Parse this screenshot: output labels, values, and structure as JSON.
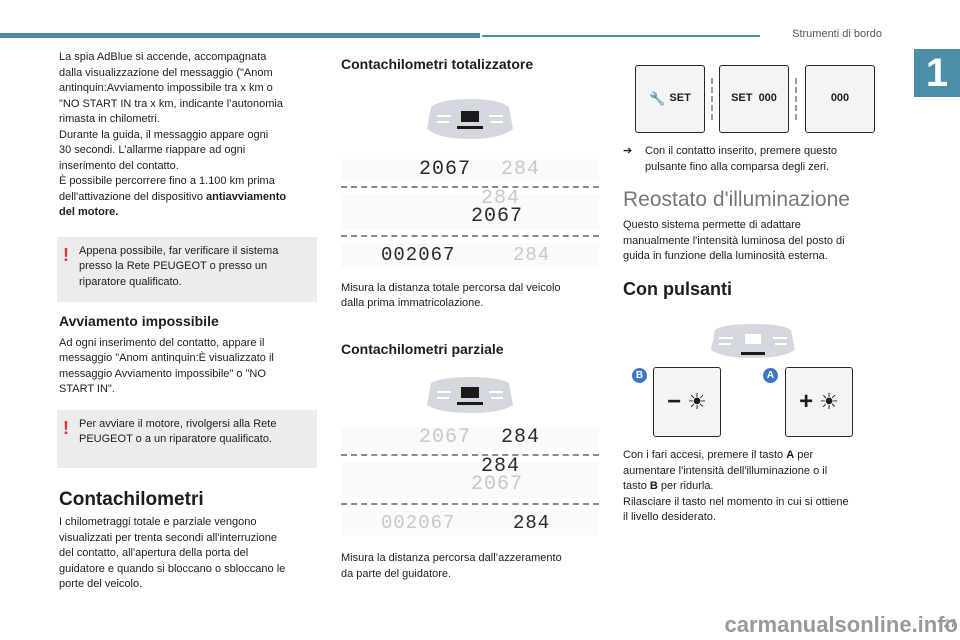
{
  "header": {
    "section_title": "Strumenti di bordo",
    "chapter": "1",
    "page_number": "27",
    "watermark": "carmanualsonline.info"
  },
  "col1": {
    "intro_lines": [
      "La spia AdBlue si accende, accompagnata",
      "dalla visualizzazione del messaggio (\"Anom",
      "antinquin:Avviamento impossibile tra x km o",
      "\"NO START IN tra x km, indicante l’autonomia",
      "rimasta in chilometri.",
      "Durante la guida, il messaggio appare ogni",
      "30 secondi. L'allarme riappare ad ogni",
      "inserimento del contatto.",
      "È possibile percorrere fino a 1.100 km prima"
    ],
    "intro_last_plain": "dell'attivazione del dispositivo ",
    "intro_last_bold1": "antiavviamento",
    "intro_last_bold2": "del motore.",
    "warning1_lines": [
      "Appena possibile, far verificare il sistema",
      "presso la Rete PEUGEOT o presso un",
      "riparatore qualificato."
    ],
    "heading_avviamento": "Avviamento impossibile",
    "avviamento_lines": [
      "Ad ogni inserimento del contatto, appare il",
      "messaggio \"Anom antinquin:È visualizzato il",
      "messaggio Avviamento impossibile\" o \"NO",
      "START IN\"."
    ],
    "warning2_lines": [
      "Per avviare il motore, rivolgersi alla Rete",
      "PEUGEOT o a un riparatore qualificato."
    ],
    "heading_contachilometri": "Contachilometri",
    "contachilometri_lines": [
      "I chilometraggi totale e parziale vengono",
      "visualizzati per trenta secondi all'interruzione",
      "del contatto, all'apertura della porta del",
      "guidatore e quando si bloccano o sbloccano le",
      "porte del veicolo."
    ]
  },
  "col2": {
    "heading_totalizzatore": "Contachilometri totalizzatore",
    "tot_display": {
      "row1_total": "2067",
      "row1_partial": "284",
      "row2_partial": "284",
      "row2_total": "2067",
      "row3_total": "002067",
      "row3_partial": "284"
    },
    "tot_desc_lines": [
      "Misura la distanza totale percorsa dal veicolo",
      "dalla prima immatricolazione."
    ],
    "heading_parziale": "Contachilometri parziale",
    "par_display": {
      "row1_total": "2067",
      "row1_partial": "284",
      "row2_partial": "284",
      "row2_total": "2067",
      "row3_total": "002067",
      "row3_partial": "284"
    },
    "par_desc_lines": [
      "Misura la distanza percorsa dall’azzeramento",
      "da parte del guidatore."
    ]
  },
  "col3": {
    "set_buttons": [
      "SET",
      "SET  000",
      "000"
    ],
    "set_note_lines": [
      "Con il contatto inserito, premere questo",
      "pulsante fino alla comparsa degli zeri."
    ],
    "heading_reostato": "Reostato d'illuminazione",
    "reostato_lines": [
      "Questo sistema permette di adattare",
      "manualmente l'intensità luminosa del posto di",
      "guida in funzione della luminosità esterna."
    ],
    "heading_pulsanti": "Con pulsanti",
    "label_b": "B",
    "label_a": "A",
    "pulsanti_line1_a": "Con i fari accesi, premere il tasto ",
    "pulsanti_line1_bold": "A",
    "pulsanti_line1_b": " per",
    "pulsanti_line2": "aumentare l'intensità dell'illuminazione o il",
    "pulsanti_line3_a": "tasto ",
    "pulsanti_line3_bold": "B",
    "pulsanti_line3_b": " per ridurla.",
    "pulsanti_line4": "Rilasciare il tasto nel momento in cui si ottiene",
    "pulsanti_line5": "il livello desiderato."
  }
}
